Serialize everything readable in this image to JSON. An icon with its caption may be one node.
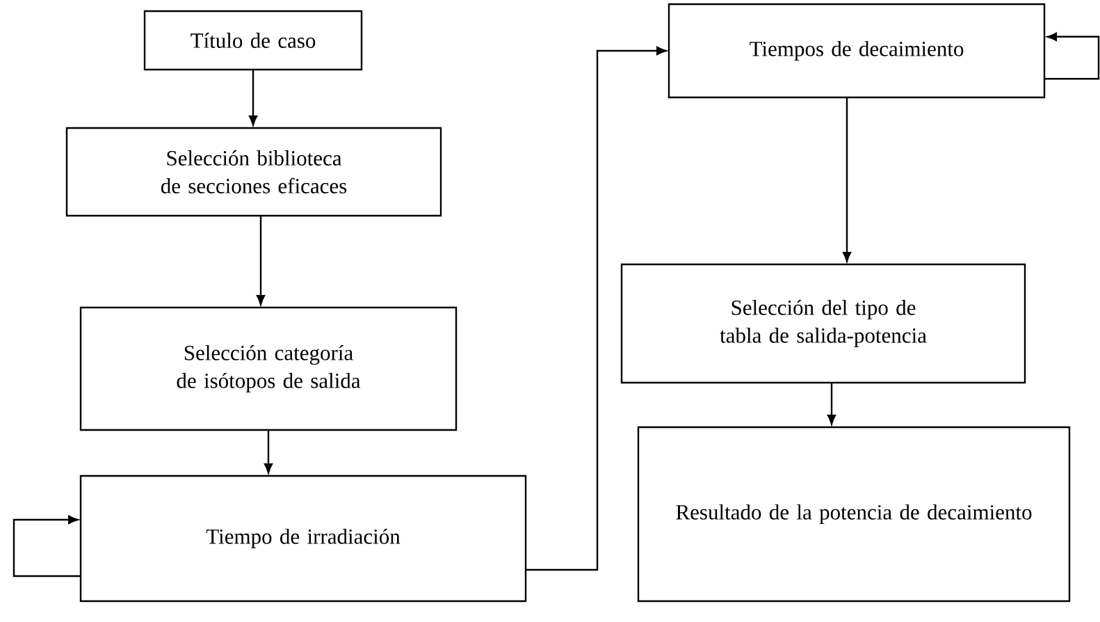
{
  "diagram": {
    "nodes": [
      {
        "text": [
          "Título de caso"
        ]
      },
      {
        "text": [
          "Selección biblioteca de secciones eficaces"
        ]
      },
      {
        "text": [
          "Selección categoría de isótopos de salida"
        ]
      },
      {
        "text": [
          "Tiempo de irradiación"
        ]
      },
      {
        "text": [
          "Tiempos de decaimiento"
        ]
      },
      {
        "text": [
          "Selección del tipo de tabla de salida-potencia"
        ]
      },
      {
        "text": [
          "Resultado de la potencia de decaimiento"
        ]
      }
    ],
    "edges": [
      {
        "from": 0,
        "to": 1,
        "arrow": "to"
      },
      {
        "from": 1,
        "to": 2,
        "arrow": "to"
      },
      {
        "from": 2,
        "to": 3,
        "arrow": "to"
      },
      {
        "from": 3,
        "to": 3,
        "arrow": "to"
      },
      {
        "from": 3,
        "to": 4,
        "arrow": "to"
      },
      {
        "from": 4,
        "to": 4,
        "arrow": "to"
      },
      {
        "from": 4,
        "to": 5,
        "arrow": "to"
      },
      {
        "from": 5,
        "to": 6,
        "arrow": "to"
      }
    ]
  }
}
